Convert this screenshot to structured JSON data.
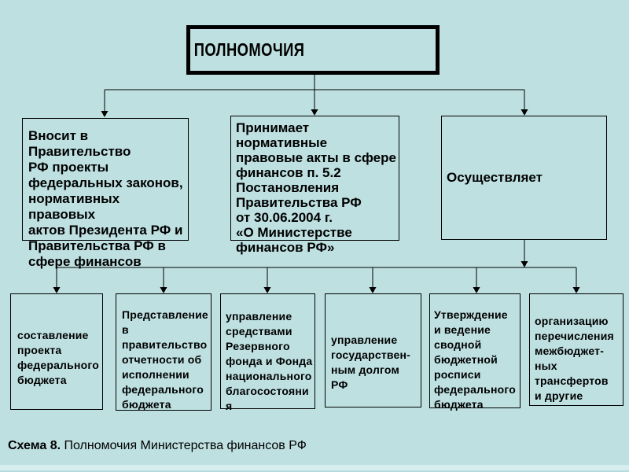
{
  "slide": {
    "background": "#bee0e1",
    "caption": {
      "label": "Схема 8.",
      "text": " Полномочия Министерства финансов РФ"
    }
  },
  "diagram": {
    "root": {
      "title": "ПОЛНОМОЧИЯ"
    },
    "level2": [
      {
        "text": "Вносит в Правительство\nРФ проекты\nфедеральных законов,\nнормативных правовых\nактов Президента РФ и\nПравительства РФ в\nсфере финансов"
      },
      {
        "text": "Принимает нормативные\nправовые акты в сфере\nфинансов п. 5.2\nПостановления\nПравительства РФ\nот 30.06.2004 г.\n«О Министерстве\nфинансов РФ»"
      },
      {
        "text": "Осуществляет"
      }
    ],
    "level3": [
      {
        "text": "составление\nпроекта\nфедерального\nбюджета"
      },
      {
        "text": "Представление\nв\nправительство\nотчетности об\nисполнении\nфедерального\nбюджета"
      },
      {
        "text": "управление\nсредствами\nРезервного\nфонда и Фонда\nнационального\nблагосостояни\nя"
      },
      {
        "text": "управление\nгосударствен-\nным долгом РФ"
      },
      {
        "text": "Утверждение\nи ведение\nсводной\nбюджетной\nросписи\nфедерального\nбюджета"
      },
      {
        "text": "организацию\nперечисления\nмежбюджет-\nных\nтрансфертов\nи другие"
      }
    ]
  },
  "colors": {
    "line": "#000000",
    "text": "#000000",
    "box_border": "#000000"
  }
}
